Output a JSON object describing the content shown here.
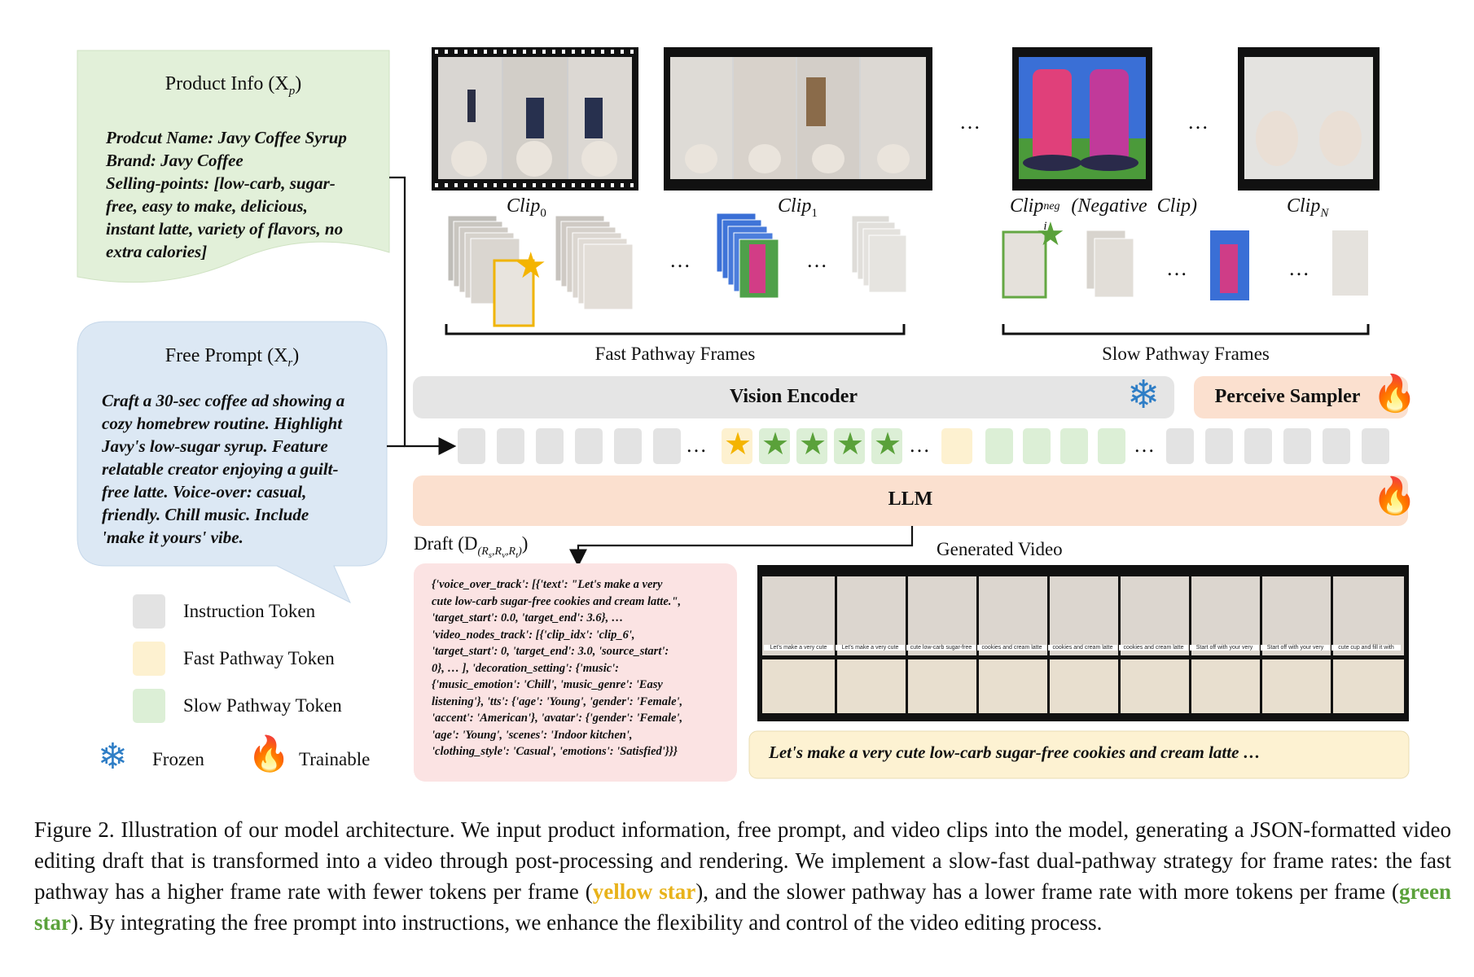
{
  "product_info": {
    "title": "Product Info (X",
    "title_sub": "p",
    "title_end": ")",
    "lines": [
      "Prodcut Name: Javy Coffee Syrup",
      "Brand: Javy Coffee",
      "Selling-points: [low-carb, sugar-",
      "free, easy to make, delicious,",
      "instant latte, variety of flavors, no",
      "extra calories]"
    ]
  },
  "free_prompt": {
    "title": "Free Prompt (X",
    "title_sub": "r",
    "title_end": ")",
    "lines": [
      "Craft a 30-sec coffee ad showing a",
      "cozy homebrew routine. Highlight",
      "Javy's low-sugar syrup. Feature",
      "relatable creator enjoying a guilt-",
      "free latte. Voice-over: casual,",
      "friendly. Chill music. Include",
      "'make it yours' vibe."
    ]
  },
  "legend": {
    "instruction": "Instruction Token",
    "fast": "Fast Pathway Token",
    "slow": "Slow Pathway Token",
    "frozen": "Frozen",
    "trainable": "Trainable"
  },
  "clips": {
    "clip0": "Clip",
    "clip0_sub": "0",
    "clip1": "Clip",
    "clip1_sub": "1",
    "clipneg": "Clip",
    "clipneg_sub": "i",
    "clipneg_sup": "neg",
    "clipneg_note": "(Negative  Clip)",
    "clipN": "Clip",
    "clipN_sub": "N",
    "ellipsis": "…"
  },
  "pathways": {
    "fast": "Fast Pathway Frames",
    "slow": "Slow Pathway Frames"
  },
  "modules": {
    "vision_encoder": "Vision Encoder",
    "perceive_sampler": "Perceive Sampler",
    "llm": "LLM"
  },
  "draft": {
    "label": "Draft (D",
    "label_sub": "(R",
    "label_sub2": "s",
    "label_sub3": ",R",
    "label_sub4": "v",
    "label_sub5": ",R",
    "label_sub6": "t",
    "label_sub7": ")",
    "label_end": ")",
    "lines": [
      "{'voice_over_track': [{'text': \"Let's make a very",
      "cute low-carb sugar-free cookies and cream latte.\",",
      "'target_start': 0.0, 'target_end': 3.6}, …",
      "'video_nodes_track': [{'clip_idx': 'clip_6',",
      "'target_start': 0, 'target_end': 3.0, 'source_start':",
      "0}, … ], 'decoration_setting': {'music':",
      "{'music_emotion': 'Chill', 'music_genre': 'Easy",
      "listening'}, 'tts': {'age': 'Young', 'gender': 'Female',",
      "'accent': 'American'}, 'avatar': {'gender': 'Female',",
      "'age': 'Young', 'scenes': 'Indoor kitchen',",
      "'clothing_style': 'Casual', 'emotions': 'Satisfied'}}}"
    ]
  },
  "generated_video": {
    "label": "Generated Video",
    "subtitle": "Let's make a very cute low-carb sugar-free cookies and cream latte …",
    "frame_captions": [
      "Let's make a very cute",
      "Let's make a very cute",
      "cute low-carb sugar-free",
      "cookies and cream latte",
      "cookies and cream latte",
      "cookies and cream latte",
      "Start off with your very",
      "Start off with your very",
      "cute cup and fill it with"
    ]
  },
  "caption": {
    "p1": "Figure 2. Illustration of our model architecture. We input product information, free prompt, and video clips into the model, generating a JSON-formatted video editing draft that is transformed into a video through post-processing and rendering. We implement a slow-fast dual-pathway strategy for frame rates: the fast pathway has a higher frame rate with fewer tokens per frame (",
    "yellow": "yellow star",
    "p2": "), and the slower pathway has a lower frame rate with more tokens per frame (",
    "green": "green star",
    "p3": "). By integrating the free prompt into instructions, we enhance the flexibility and control of the video editing process."
  },
  "colors": {
    "product_card": "#e2f0d9",
    "prompt_card": "#dce8f4",
    "draft_card": "#fbe3e3",
    "subtitle_card": "#fdf2d2",
    "vision_encoder": "#e5e5e5",
    "perceive_sampler": "#fbe0cf",
    "llm": "#fbe0cf",
    "instruction_token": "#e3e3e3",
    "fast_token": "#fdf1d0",
    "slow_token": "#dcefd6",
    "yellow_star": "#f4b400",
    "green_star": "#5aa13a",
    "frozen_icon": "#2f7ec6",
    "trainable_icon": "#f26a1b"
  }
}
